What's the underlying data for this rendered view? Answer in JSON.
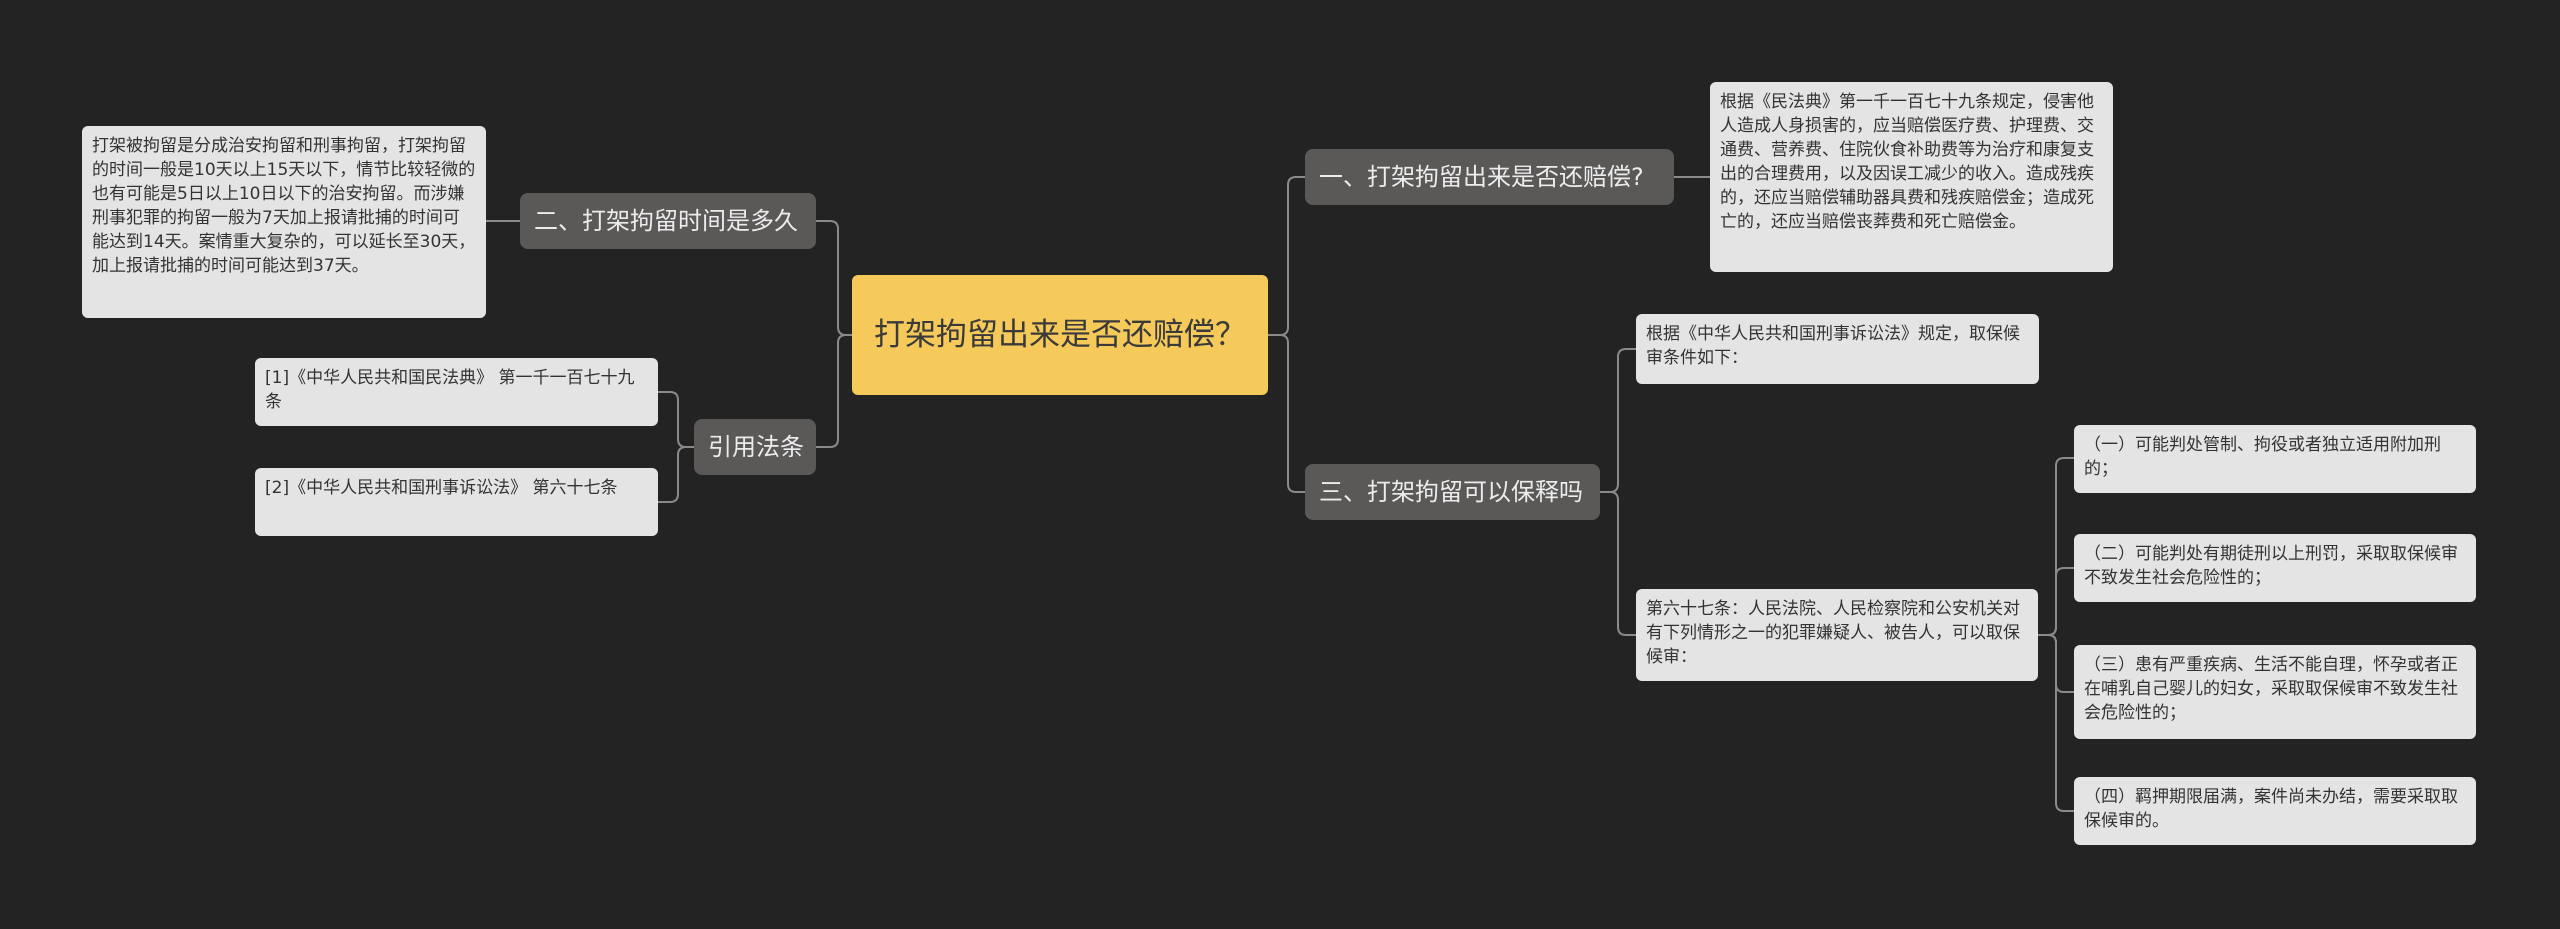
{
  "root": {
    "title": "打架拘留出来是否还赔偿？"
  },
  "right": {
    "b1": {
      "label": "一、打架拘留出来是否还赔偿?",
      "leaf": "根据《民法典》第一千一百七十九条规定，侵害他人造成人身损害的，应当赔偿医疗费、护理费、交通费、营养费、住院伙食补助费等为治疗和康复支出的合理费用，以及因误工减少的收入。造成残疾的，还应当赔偿辅助器具费和残疾赔偿金；造成死亡的，还应当赔偿丧葬费和死亡赔偿金。"
    },
    "b3": {
      "label": "三、打架拘留可以保释吗",
      "leaf1": "根据《中华人民共和国刑事诉讼法》规定，取保候审条件如下：",
      "leaf2": "第六十七条：人民法院、人民检察院和公安机关对有下列情形之一的犯罪嫌疑人、被告人，可以取保候审：",
      "items": [
        "（一）可能判处管制、拘役或者独立适用附加刑的；",
        "（二）可能判处有期徒刑以上刑罚，采取取保候审不致发生社会危险性的；",
        "（三）患有严重疾病、生活不能自理，怀孕或者正在哺乳自己婴儿的妇女，采取取保候审不致发生社会危险性的；",
        "（四）羁押期限届满，案件尚未办结，需要采取取保候审的。"
      ]
    }
  },
  "left": {
    "b2": {
      "label": "二、打架拘留时间是多久",
      "leaf": "打架被拘留是分成治安拘留和刑事拘留，打架拘留的时间一般是10天以上15天以下，情节比较轻微的也有可能是5日以上10日以下的治安拘留。而涉嫌刑事犯罪的拘留一般为7天加上报请批捕的时间可能达到14天。案情重大复杂的，可以延长至30天，加上报请批捕的时间可能达到37天。"
    },
    "refs": {
      "label": "引用法条",
      "items": [
        "[1]《中华人民共和国民法典》 第一千一百七十九条",
        "[2]《中华人民共和国刑事诉讼法》 第六十七条"
      ]
    }
  },
  "colors": {
    "root": "#f5c95a",
    "branch": "#5b5958",
    "leaf": "#e4e4e4",
    "line": "#8a8a8a",
    "background": "#232323"
  }
}
